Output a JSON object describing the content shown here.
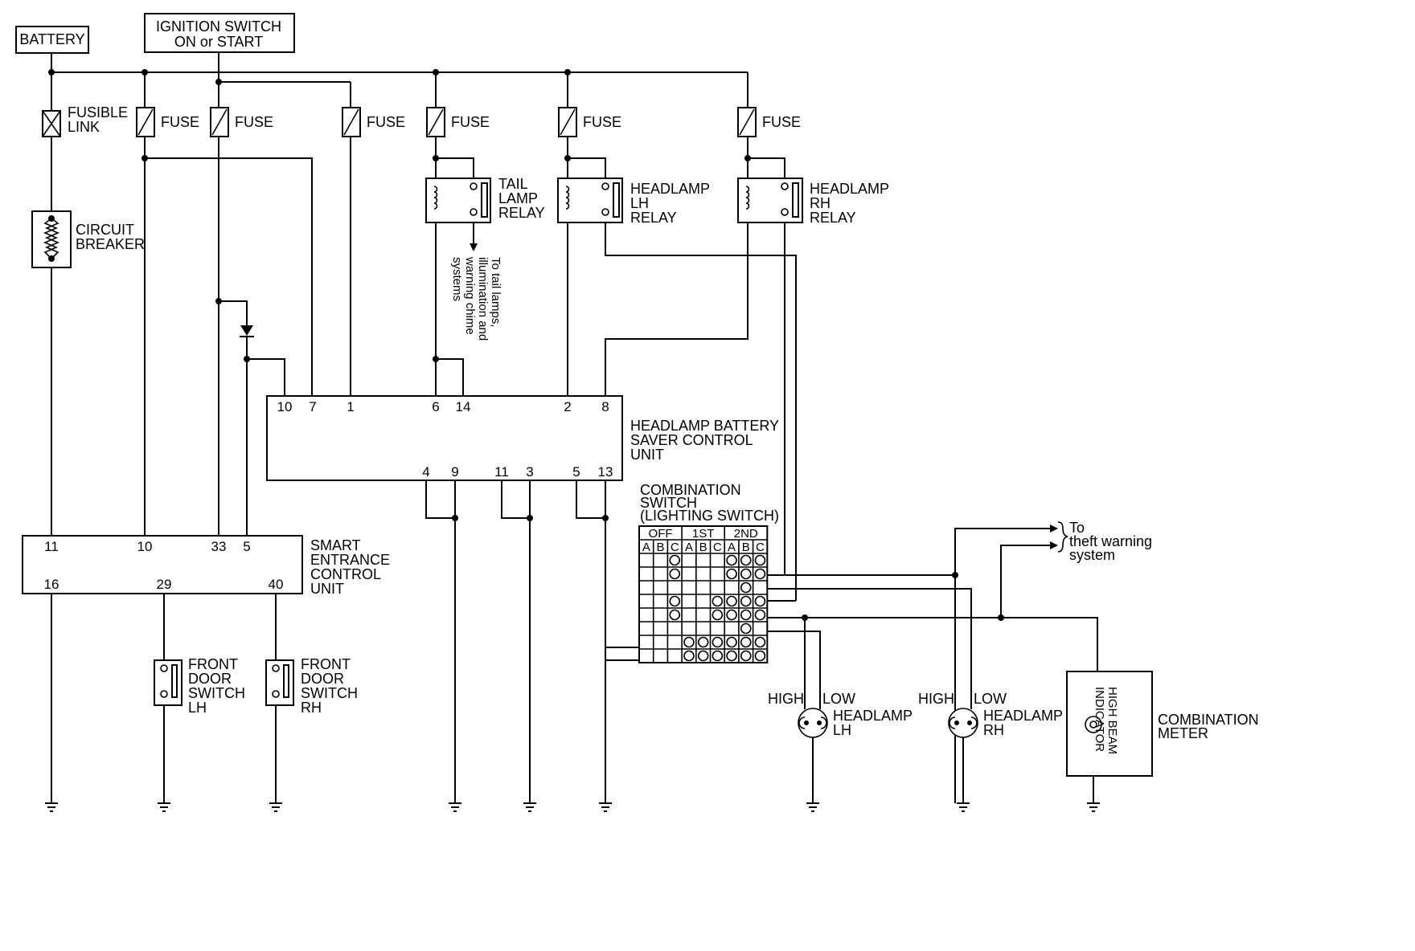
{
  "labels": {
    "battery": "BATTERY",
    "ignition_line1": "IGNITION SWITCH",
    "ignition_line2": "ON or START",
    "fusible_link": [
      "FUSIBLE",
      "LINK"
    ],
    "circuit_breaker": [
      "CIRCUIT",
      "BREAKER"
    ],
    "fuse": "FUSE",
    "tail_lamp_relay": [
      "TAIL",
      "LAMP",
      "RELAY"
    ],
    "headlamp_lh_relay": [
      "HEADLAMP",
      "LH",
      "RELAY"
    ],
    "headlamp_rh_relay": [
      "HEADLAMP",
      "RH",
      "RELAY"
    ],
    "tail_note": [
      "To tail lamps,",
      "illumination and",
      "warning chime",
      "systems"
    ],
    "saver_unit": [
      "HEADLAMP BATTERY",
      "SAVER CONTROL",
      "UNIT"
    ],
    "smart_unit": [
      "SMART",
      "ENTRANCE",
      "CONTROL",
      "UNIT"
    ],
    "door_lh": [
      "FRONT",
      "DOOR",
      "SWITCH",
      "LH"
    ],
    "door_rh": [
      "FRONT",
      "DOOR",
      "SWITCH",
      "RH"
    ],
    "combination_switch": [
      "COMBINATION",
      "SWITCH",
      "(LIGHTING SWITCH)"
    ],
    "theft": [
      "To",
      "theft warning",
      "system"
    ],
    "high": "HIGH",
    "low": "LOW",
    "headlamp_lh": [
      "HEADLAMP",
      "LH"
    ],
    "headlamp_rh": [
      "HEADLAMP",
      "RH"
    ],
    "high_beam_indicator": [
      "HIGH BEAM",
      "INDICATOR"
    ],
    "combination_meter": [
      "COMBINATION",
      "METER"
    ]
  },
  "saver_pins_top": [
    "10",
    "7",
    "1",
    "6",
    "14",
    "2",
    "8"
  ],
  "saver_pins_bottom": [
    "4",
    "9",
    "11",
    "3",
    "5",
    "13"
  ],
  "smart_pins_top": [
    "11",
    "10",
    "33",
    "5"
  ],
  "smart_pins_bottom": [
    "16",
    "29",
    "40"
  ],
  "switch_groups": [
    "OFF",
    "1ST",
    "2ND"
  ],
  "switch_cols": [
    "A",
    "B",
    "C",
    "A",
    "B",
    "C",
    "A",
    "B",
    "C"
  ],
  "switch_matrix": [
    [
      0,
      0,
      1,
      0,
      0,
      0,
      1,
      1,
      1
    ],
    [
      0,
      0,
      1,
      0,
      0,
      0,
      1,
      1,
      1
    ],
    [
      0,
      0,
      0,
      0,
      0,
      0,
      0,
      1,
      0
    ],
    [
      0,
      0,
      1,
      0,
      0,
      1,
      1,
      1,
      1
    ],
    [
      0,
      0,
      1,
      0,
      0,
      1,
      1,
      1,
      1
    ],
    [
      0,
      0,
      0,
      0,
      0,
      0,
      0,
      1,
      0
    ],
    [
      0,
      0,
      0,
      1,
      1,
      1,
      1,
      1,
      1
    ],
    [
      0,
      0,
      0,
      1,
      1,
      1,
      1,
      1,
      1
    ]
  ]
}
